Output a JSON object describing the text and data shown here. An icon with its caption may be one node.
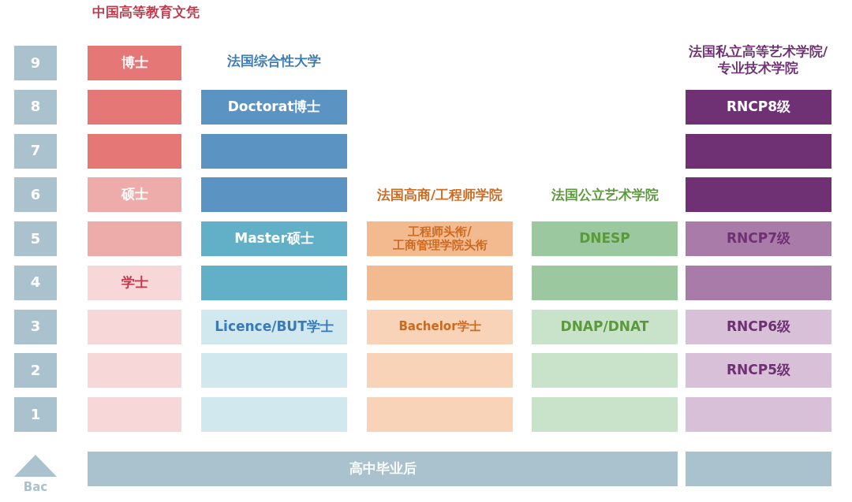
{
  "diagram": {
    "nodes": [
      {
        "text": [
          "9"
        ]
      },
      {
        "text": [
          "8"
        ]
      },
      {
        "text": [
          "7"
        ]
      },
      {
        "text": [
          "6"
        ]
      },
      {
        "text": [
          "5"
        ]
      },
      {
        "text": [
          "4"
        ]
      },
      {
        "text": [
          "3"
        ]
      },
      {
        "text": [
          "2"
        ]
      },
      {
        "text": [
          "1"
        ]
      },
      {
        "text": [
          "博士"
        ]
      },
      {
        "text": [],
        "shape": "box"
      },
      {
        "text": [],
        "shape": "box"
      },
      {
        "text": [
          "硕士"
        ]
      },
      {
        "text": [],
        "shape": "box"
      },
      {
        "text": [
          "学士"
        ]
      },
      {
        "text": [],
        "shape": "box"
      },
      {
        "text": [],
        "shape": "box"
      },
      {
        "text": [],
        "shape": "box"
      },
      {
        "text": [
          "Doctorat博士"
        ]
      },
      {
        "text": [],
        "shape": "box"
      },
      {
        "text": [],
        "shape": "box"
      },
      {
        "text": [
          "Master硕士"
        ]
      },
      {
        "text": [],
        "shape": "box"
      },
      {
        "text": [
          "Licence/BUT学士"
        ]
      },
      {
        "text": [],
        "shape": "box"
      },
      {
        "text": [],
        "shape": "box"
      },
      {
        "text": [
          "工程师头衔/工商管理学院头衔"
        ]
      },
      {
        "text": [],
        "shape": "box"
      },
      {
        "text": [
          "Bachelor学士"
        ]
      },
      {
        "text": [],
        "shape": "box"
      },
      {
        "text": [],
        "shape": "box"
      },
      {
        "text": [
          "DNESP"
        ]
      },
      {
        "text": [],
        "shape": "box"
      },
      {
        "text": [
          "DNAP/DNAT"
        ]
      },
      {
        "text": [],
        "shape": "box"
      },
      {
        "text": [],
        "shape": "box"
      },
      {
        "text": [
          "RNCP8级"
        ]
      },
      {
        "text": [],
        "shape": "box"
      },
      {
        "text": [],
        "shape": "box"
      },
      {
        "text": [
          "RNCP7级"
        ]
      },
      {
        "text": [],
        "shape": "box"
      },
      {
        "text": [
          "RNCP6级"
        ]
      },
      {
        "text": [
          "RNCP5级"
        ]
      },
      {
        "text": [],
        "shape": "box"
      },
      {
        "text": [
          "高中毕业后"
        ]
      },
      {
        "text": [],
        "shape": "box"
      }
    ],
    "labels": [
      "中国高等教育文凭",
      "法国综合性大学",
      "法国私立高等艺术学院/专业技术学院",
      "法国高商/工程师学院",
      "法国公立艺术学院",
      "Bac"
    ]
  }
}
